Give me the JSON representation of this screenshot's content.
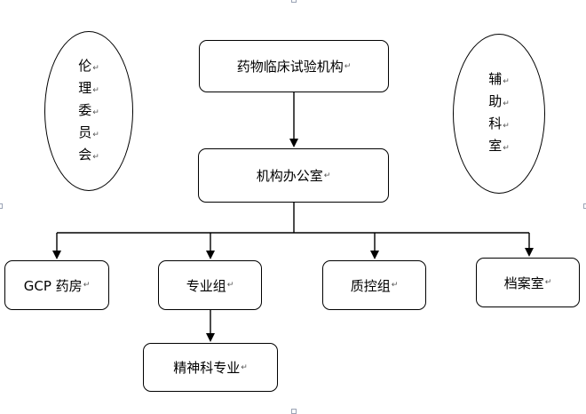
{
  "diagram": {
    "para_mark": "↵",
    "top": "药物临床试验机构",
    "office": "机构办公室",
    "ethics_chars": [
      "伦",
      "理",
      "委",
      "员",
      "会"
    ],
    "support_chars": [
      "辅",
      "助",
      "科",
      "室"
    ],
    "gcp": "GCP 药房",
    "specialty": "专业组",
    "qc": "质控组",
    "archive": "档案室",
    "psychiatry": "精神科专业"
  }
}
